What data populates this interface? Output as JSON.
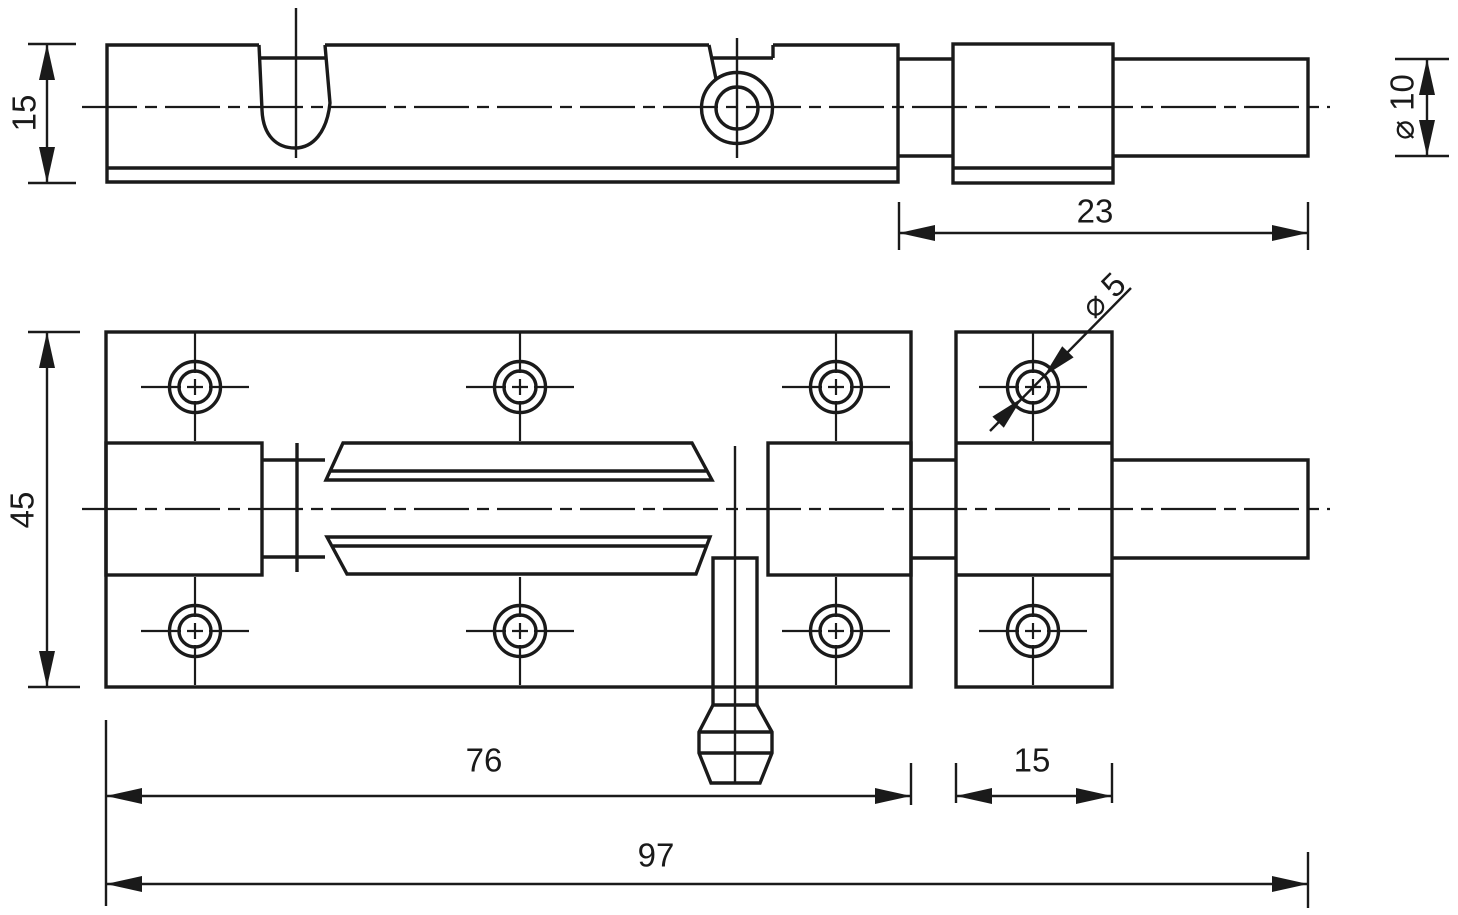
{
  "drawing": {
    "ink_color": "#1a1a1a",
    "background_color": "#ffffff",
    "dimensions": {
      "side_height": {
        "label": "15"
      },
      "bolt_throw": {
        "label": "23"
      },
      "rod_diameter": {
        "label": "⌀ 10"
      },
      "hole_diameter": {
        "label": "⌀ 5"
      },
      "plate_width": {
        "label": "45"
      },
      "plate_length": {
        "label": "76"
      },
      "keeper_length": {
        "label": "15"
      },
      "overall_length": {
        "label": "97"
      }
    }
  }
}
